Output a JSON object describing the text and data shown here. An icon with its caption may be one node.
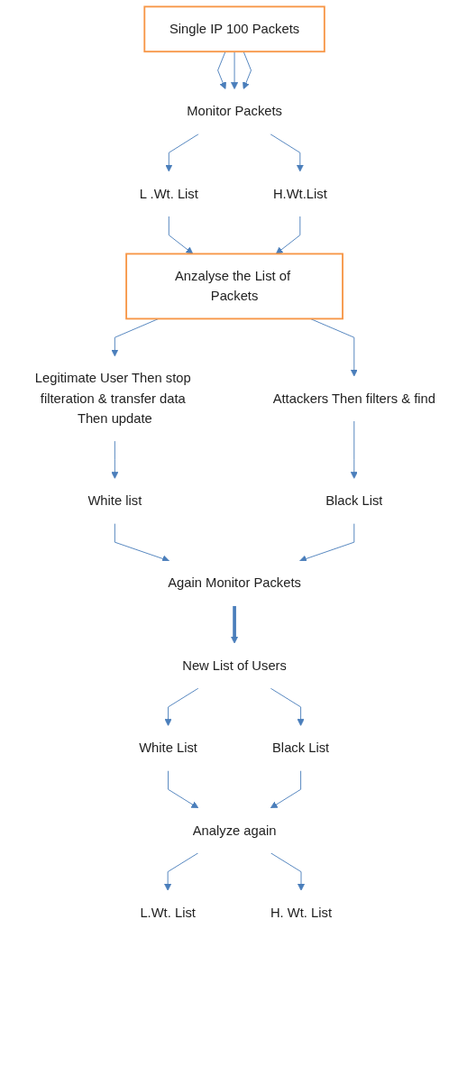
{
  "diagram": {
    "nodes": [
      {
        "text": [
          "Single IP 100 Packets"
        ]
      },
      {
        "text": [
          "Monitor Packets"
        ]
      },
      {
        "text": [
          "L .Wt. List"
        ]
      },
      {
        "text": [
          "H.Wt.List"
        ]
      },
      {
        "text": [
          "Anzalyse the List of Packets"
        ]
      },
      {
        "text": [
          "Legitimate User Then stop filteration & transfer data Then update"
        ]
      },
      {
        "text": [
          "Attackers Then filters & find"
        ]
      },
      {
        "text": [
          "White list"
        ]
      },
      {
        "text": [
          "Black List"
        ]
      },
      {
        "text": [
          "Again Monitor Packets"
        ]
      },
      {
        "text": [
          "New List of Users"
        ]
      },
      {
        "text": [
          "White List"
        ]
      },
      {
        "text": [
          "Black List"
        ]
      },
      {
        "text": [
          "Analyze again"
        ]
      },
      {
        "text": [
          "L.Wt. List"
        ]
      },
      {
        "text": [
          "H. Wt. List"
        ]
      }
    ],
    "edges": [
      {
        "from": 0,
        "to": 1,
        "arrow": "to"
      },
      {
        "from": 0,
        "to": 1,
        "arrow": "to"
      },
      {
        "from": 0,
        "to": 1,
        "arrow": "to"
      },
      {
        "from": 1,
        "to": 2,
        "arrow": "to"
      },
      {
        "from": 1,
        "to": 3,
        "arrow": "to"
      },
      {
        "from": 2,
        "to": 4,
        "arrow": "to"
      },
      {
        "from": 3,
        "to": 4,
        "arrow": "to"
      },
      {
        "from": 4,
        "to": 5,
        "arrow": "to"
      },
      {
        "from": 4,
        "to": 6,
        "arrow": "to"
      },
      {
        "from": 5,
        "to": 7,
        "arrow": "to"
      },
      {
        "from": 6,
        "to": 8,
        "arrow": "to"
      },
      {
        "from": 7,
        "to": 9,
        "arrow": "to"
      },
      {
        "from": 8,
        "to": 9,
        "arrow": "to"
      },
      {
        "from": 9,
        "to": 10,
        "arrow": "to",
        "style": "thick"
      },
      {
        "from": 10,
        "to": 11,
        "arrow": "to"
      },
      {
        "from": 10,
        "to": 12,
        "arrow": "to"
      },
      {
        "from": 11,
        "to": 13,
        "arrow": "to"
      },
      {
        "from": 12,
        "to": 13,
        "arrow": "to"
      },
      {
        "from": 13,
        "to": 14,
        "arrow": "to"
      },
      {
        "from": 13,
        "to": 15,
        "arrow": "to"
      }
    ]
  }
}
